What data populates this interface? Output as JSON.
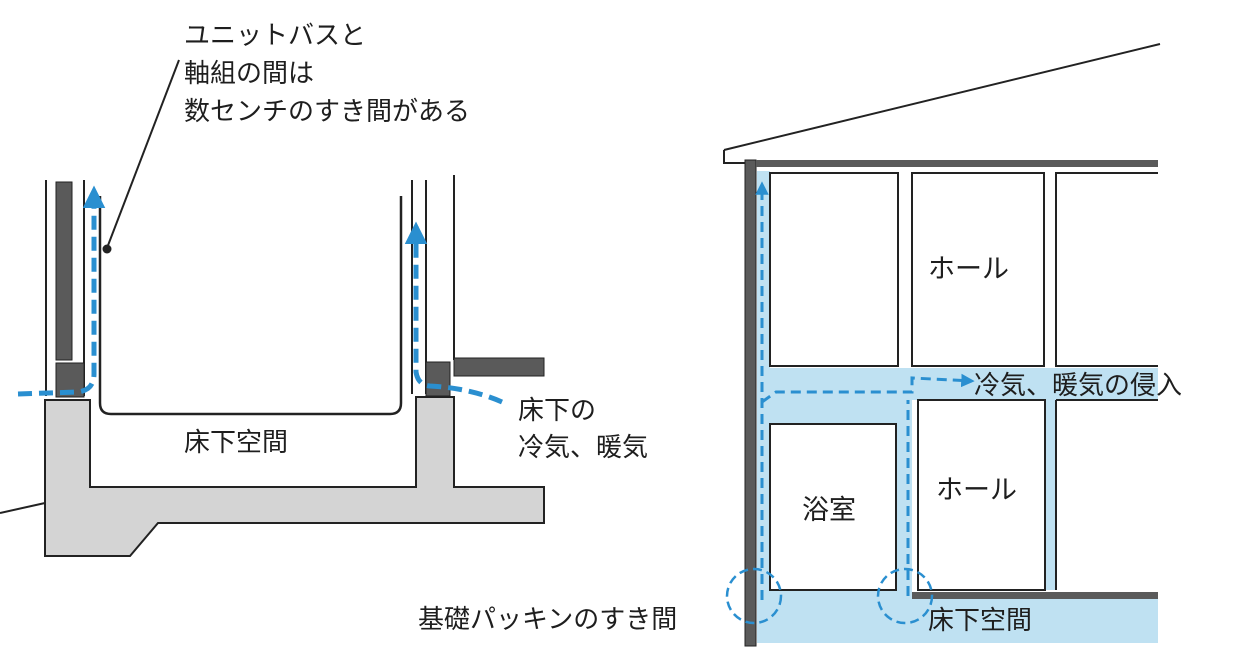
{
  "left_diagram": {
    "callout_line1": "ユニットバスと",
    "callout_line2": "軸組の間は",
    "callout_line3": "数センチのすき間がある",
    "underfloor_space": "床下空間",
    "underfloor_air_line1": "床下の",
    "underfloor_air_line2": "冷気、暖気"
  },
  "right_diagram": {
    "hall_upper": "ホール",
    "intrusion": "冷気、暖気の侵入",
    "bathroom": "浴室",
    "hall_lower": "ホール",
    "foundation_gap": "基礎パッキンのすき間",
    "underfloor_space": "床下空間"
  },
  "colors": {
    "airflow_arrow": "#2a8fd0",
    "cavity_fill": "#bfe1f2",
    "foundation_fill": "#d4d4d4",
    "wall_dark": "#5a5a5a",
    "line": "#222222"
  }
}
